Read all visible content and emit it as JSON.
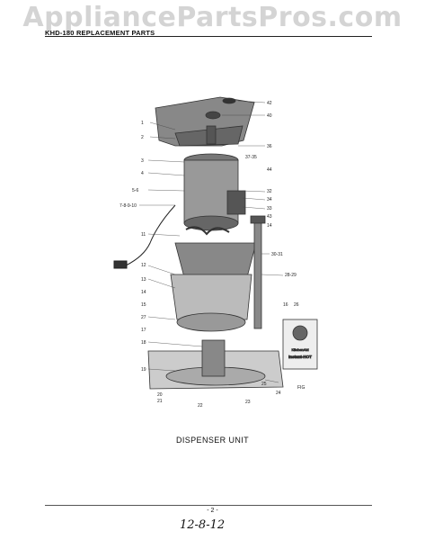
{
  "watermark": "AppliancePartsPros.com",
  "header": {
    "title": "KHD-180 REPLACEMENT PARTS"
  },
  "caption": "DISPENSER UNIT",
  "footer": {
    "page_number": "- 2 -",
    "handwritten_date": "12-8-12"
  },
  "product_label": {
    "brand": "KitchenAid",
    "name": "Instant-HOT"
  },
  "part_labels": [
    "42",
    "40",
    "1",
    "2",
    "36",
    "3",
    "37-35",
    "4",
    "44",
    "5-6",
    "32",
    "34",
    "33",
    "7-8-9-10",
    "43",
    "11",
    "14",
    "30-31",
    "12",
    "13",
    "14",
    "28-29",
    "15",
    "27",
    "26",
    "16",
    "17",
    "18",
    "25",
    "19",
    "20",
    "21",
    "22",
    "23",
    "24",
    "FIG"
  ]
}
